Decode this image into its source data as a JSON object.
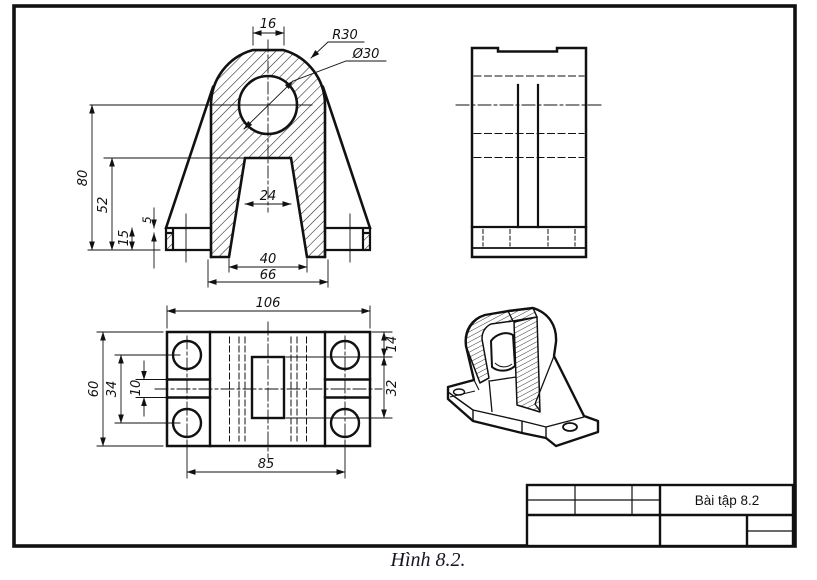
{
  "caption": "Hình 8.2.",
  "title_block": {
    "exercise": "Bài tập 8.2"
  },
  "front_view_dims": {
    "top_flat": "16",
    "outer_radius": "R30",
    "hole_diameter": "Ø30",
    "height_total": "80",
    "height_to_slot_top": "52",
    "base_height": "15",
    "flange_step": "5",
    "slot_top_width": "24",
    "slot_bottom_width": "40",
    "base_span": "66"
  },
  "top_view_dims": {
    "overall_length": "106",
    "overall_depth": "60",
    "hole_row_spacing": "34",
    "side_slot_width": "10",
    "edge_margin": "14",
    "boss_depth": "32",
    "hole_column_spacing": "85"
  }
}
